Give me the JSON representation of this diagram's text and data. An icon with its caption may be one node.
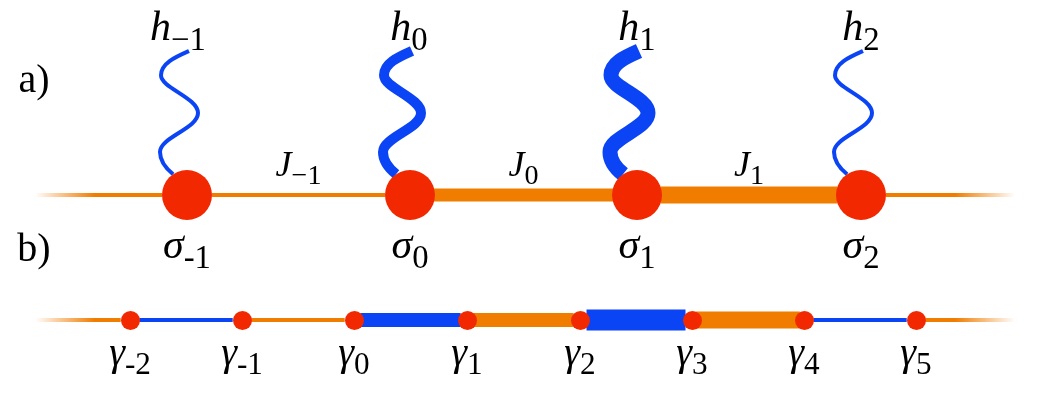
{
  "diagram": {
    "nodes": [
      {
        "text": [
          "*h*$_{−1}$"
        ]
      },
      {
        "text": [
          "*h*$_{0}$"
        ]
      },
      {
        "text": [
          "*h*$_{1}$"
        ]
      },
      {
        "text": [
          "*h*$_{2}$"
        ]
      },
      {
        "text": [],
        "shape": "circle",
        "beside": [
          "*σ*$_{-1}$"
        ]
      },
      {
        "text": [],
        "shape": "circle",
        "beside": [
          "*σ*$_{0}$"
        ]
      },
      {
        "text": [],
        "shape": "circle",
        "beside": [
          "*σ*$_{1}$"
        ]
      },
      {
        "text": [],
        "shape": "circle",
        "beside": [
          "*σ*$_{2}$"
        ]
      },
      {
        "text": [],
        "shape": "circle",
        "beside": [
          "*γ*$_{-2}$"
        ]
      },
      {
        "text": [],
        "shape": "circle",
        "beside": [
          "*γ*$_{-1}$"
        ]
      },
      {
        "text": [],
        "shape": "circle",
        "beside": [
          "*γ*$_{0}$"
        ]
      },
      {
        "text": [],
        "shape": "circle",
        "beside": [
          "*γ*$_{1}$"
        ]
      },
      {
        "text": [],
        "shape": "circle",
        "beside": [
          "*γ*$_{2}$"
        ]
      },
      {
        "text": [],
        "shape": "circle",
        "beside": [
          "*γ*$_{3}$"
        ]
      },
      {
        "text": [],
        "shape": "circle",
        "beside": [
          "*γ*$_{4}$"
        ]
      },
      {
        "text": [],
        "shape": "circle",
        "beside": [
          "*γ*$_{5}$"
        ]
      }
    ],
    "edges": [
      {
        "from": 0,
        "to": 4,
        "arrow": "none",
        "color": "#0a44f5"
      },
      {
        "from": 1,
        "to": 5,
        "arrow": "none",
        "style": "thick",
        "color": "#0a44f5"
      },
      {
        "from": 2,
        "to": 6,
        "arrow": "none",
        "style": "thick",
        "color": "#0a44f5"
      },
      {
        "from": 3,
        "to": 7,
        "arrow": "none",
        "color": "#0a44f5"
      },
      {
        "from": null,
        "to": 4,
        "arrow": "none"
      },
      {
        "from": 4,
        "to": 5,
        "arrow": "none",
        "label": "*J*$_{−1}$"
      },
      {
        "from": 5,
        "to": 6,
        "arrow": "none",
        "label": "*J*$_{0}$",
        "style": "thick"
      },
      {
        "from": 6,
        "to": 7,
        "arrow": "none",
        "label": "*J*$_{1}$",
        "style": "thick"
      },
      {
        "from": 7,
        "to": null,
        "arrow": "none"
      },
      {
        "from": null,
        "to": 8,
        "arrow": "none"
      },
      {
        "from": 8,
        "to": 9,
        "arrow": "none",
        "color": "#0a44f5"
      },
      {
        "from": 9,
        "to": 10,
        "arrow": "none"
      },
      {
        "from": 10,
        "to": 11,
        "arrow": "none",
        "style": "thick",
        "color": "#0a44f5"
      },
      {
        "from": 11,
        "to": 12,
        "arrow": "none",
        "style": "thick"
      },
      {
        "from": 12,
        "to": 13,
        "arrow": "none",
        "style": "thick",
        "color": "#0a44f5"
      },
      {
        "from": 13,
        "to": 14,
        "arrow": "none",
        "style": "thick"
      },
      {
        "from": 14,
        "to": 15,
        "arrow": "none",
        "color": "#0a44f5"
      },
      {
        "from": 15,
        "to": null,
        "arrow": "none"
      }
    ],
    "labels": [
      "a)",
      "b)"
    ]
  }
}
